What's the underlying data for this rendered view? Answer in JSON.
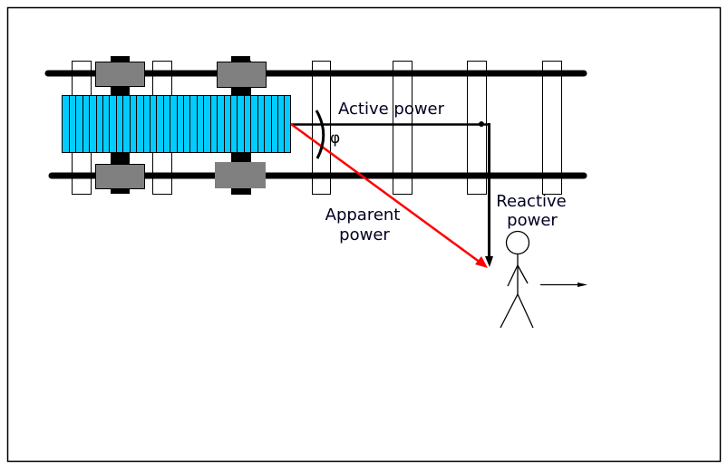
{
  "diagram": {
    "title": "Active, reactive and apparent power — train analogy",
    "labels": {
      "active_power": "Active power",
      "reactive_power_line1": "Reactive",
      "reactive_power_line2": "power",
      "apparent_power_line1": "Apparent",
      "apparent_power_line2": "power",
      "phase_angle": "φ"
    },
    "colors": {
      "rail": "#000000",
      "sleeper_fill": "#ffffff",
      "wagon_body": "#00ccff",
      "wheel": "#808080",
      "apparent_vector": "#ff0000",
      "active_vector": "#000000",
      "reactive_vector": "#000000",
      "frame": "#000000"
    },
    "components": [
      "frame",
      "rails",
      "sleepers",
      "wheels",
      "wagon",
      "active-power-vector",
      "reactive-power-vector",
      "apparent-power-vector",
      "phase-angle-arc",
      "person",
      "motion-arrow"
    ]
  }
}
